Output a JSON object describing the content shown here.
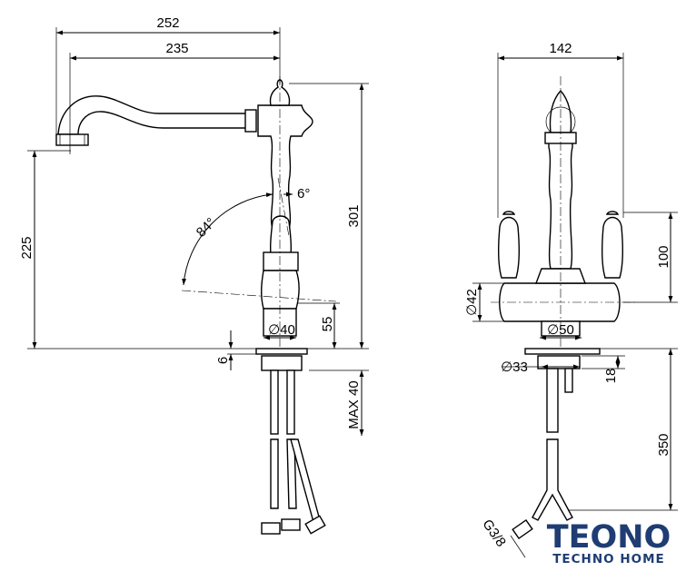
{
  "drawing": {
    "side_view": {
      "spout_reach_overall": "252",
      "spout_reach_inner": "235",
      "spout_height": "225",
      "total_height": "301",
      "swivel_angle": "84°",
      "tilt_angle": "6°",
      "body_diameter": "∅40",
      "base_height": "55",
      "base_offset": "6",
      "max_deck_thickness": "MAX 40"
    },
    "front_view": {
      "overall_width": "142",
      "handle_height": "100",
      "body_diameter": "∅42",
      "base_diameter": "∅50",
      "mount_diameter": "∅33",
      "mount_height": "18",
      "hose_length": "350",
      "thread": "G3/8"
    }
  },
  "logo": {
    "name": "TEONO",
    "tagline": "TECHNO HOME"
  },
  "colors": {
    "line": "#000000",
    "brand": "#1f3d73"
  }
}
